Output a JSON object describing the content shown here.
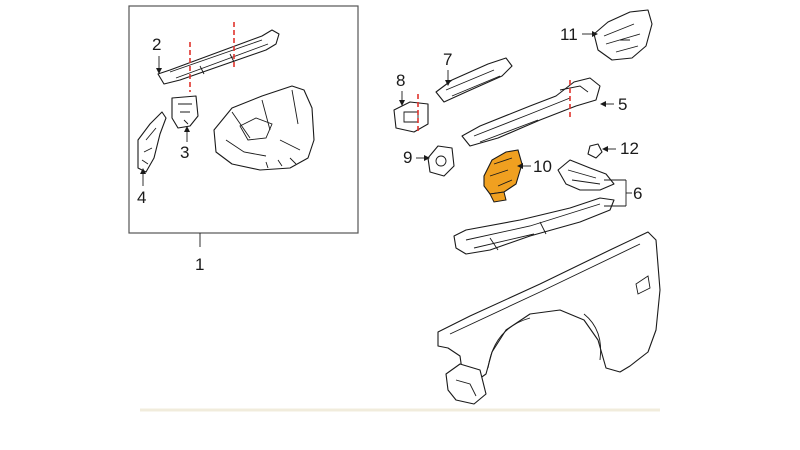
{
  "highlight_color": "#f0a020",
  "cut_line_color": "#e0332c",
  "callouts": {
    "c1": "1",
    "c2": "2",
    "c3": "3",
    "c4": "4",
    "c5": "5",
    "c6": "6",
    "c7": "7",
    "c8": "8",
    "c9": "9",
    "c10": "10",
    "c11": "11",
    "c12": "12"
  }
}
